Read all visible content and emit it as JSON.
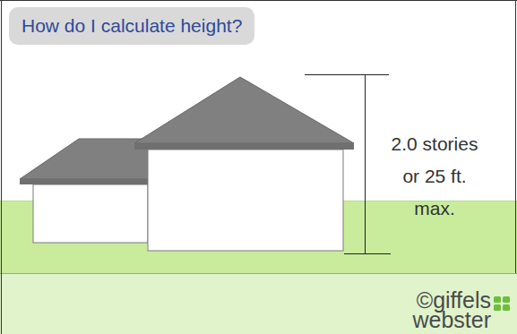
{
  "diagram": {
    "title": "How do I calculate height?",
    "labels": [
      "2.0 stories or 25 ft. max.",
      "©giffels webster"
    ]
  }
}
